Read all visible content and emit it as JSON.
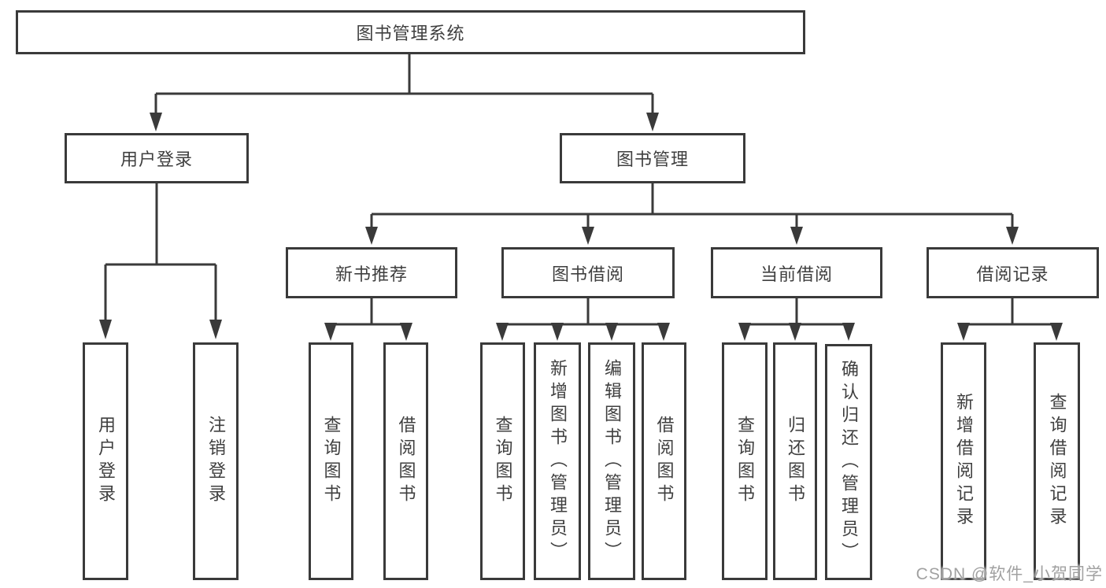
{
  "colors": {
    "line": "#3a3a3a",
    "box_border": "#3a3a3a",
    "text": "#3f3f3f",
    "background": "#ffffff",
    "watermark": "#9c9c9c"
  },
  "watermark": {
    "text": "CSDN @软件_小贺同学"
  },
  "tree": {
    "label": "图书管理系统",
    "children": [
      {
        "label": "用户登录",
        "children": [
          {
            "label": "用户登录"
          },
          {
            "label": "注销登录"
          }
        ]
      },
      {
        "label": "图书管理",
        "children": [
          {
            "label": "新书推荐",
            "children": [
              {
                "label": "查询图书"
              },
              {
                "label": "借阅图书"
              }
            ]
          },
          {
            "label": "图书借阅",
            "children": [
              {
                "label": "查询图书"
              },
              {
                "label": "新增图书（管理员）"
              },
              {
                "label": "编辑图书（管理员）"
              },
              {
                "label": "借阅图书"
              }
            ]
          },
          {
            "label": "当前借阅",
            "children": [
              {
                "label": "查询图书"
              },
              {
                "label": "归还图书"
              },
              {
                "label": "确认归还（管理员）"
              }
            ]
          },
          {
            "label": "借阅记录",
            "children": [
              {
                "label": "新增借阅记录"
              },
              {
                "label": "查询借阅记录"
              }
            ]
          }
        ]
      }
    ]
  }
}
